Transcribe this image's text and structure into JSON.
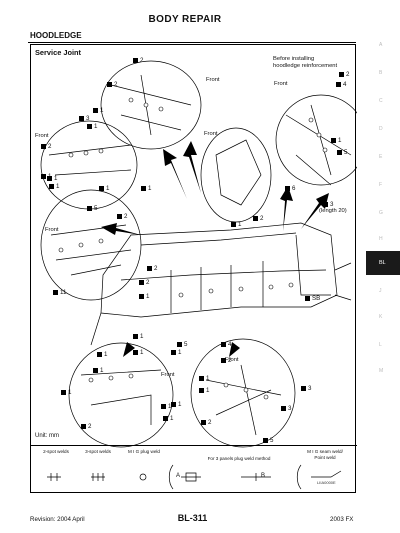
{
  "header": {
    "title": "BODY REPAIR"
  },
  "section": {
    "title": "HOODLEDGE"
  },
  "figure": {
    "subtitle": "Service Joint",
    "unit": "Unit: mm",
    "code": "LIIA0000E",
    "annotations": {
      "before_install": "Before installing",
      "reinforcement": "hoodledge reinforcement",
      "length": "(length 20)"
    },
    "front_labels": [
      "Front",
      "Front",
      "Front",
      "Front",
      "Front",
      "Front",
      "Front"
    ],
    "callouts": {
      "c1": "2",
      "c2": "2",
      "c3": "1",
      "c4": "3",
      "c5": "1",
      "c6": "2",
      "c7": "1",
      "c8": "1",
      "c9": "1",
      "c10": "2",
      "c11": "4",
      "c12": "1",
      "c13": "5",
      "c14": "6",
      "c15": "1",
      "c16": "5",
      "c17": "2",
      "c18": "11",
      "c19": "1",
      "c20": "2",
      "c21": "3",
      "c22": "2",
      "c23": "2",
      "c24": "1",
      "c25": "1",
      "c26": "5",
      "c27": "4",
      "c28": "SB",
      "c29": "1",
      "c30": "1",
      "c31": "2",
      "c32": "1",
      "c33": "1",
      "c34": "1",
      "c35": "2",
      "c36": "3",
      "c37": "5",
      "c38": "1",
      "c39": "1",
      "c40": "1",
      "c41": "2",
      "c42": "1",
      "c43": "1",
      "c44": "3",
      "c45": "1"
    }
  },
  "legend": {
    "spot2": "2-spot welds",
    "spot3": "3-spot welds",
    "mig_plug": "M I G plug weld",
    "plug_method": "For 3 panels plug weld method",
    "mig_seam": "M I G seam weld/",
    "point_weld": "Point weld",
    "a_marker": "A",
    "b_marker": "B"
  },
  "side_tabs": [
    "A",
    "B",
    "C",
    "D",
    "E",
    "F",
    "G",
    "H",
    "BL",
    "J",
    "K",
    "L",
    "M"
  ],
  "footer": {
    "left": "Revision: 2004 April",
    "center": "BL-311",
    "right": "2003 FX"
  }
}
